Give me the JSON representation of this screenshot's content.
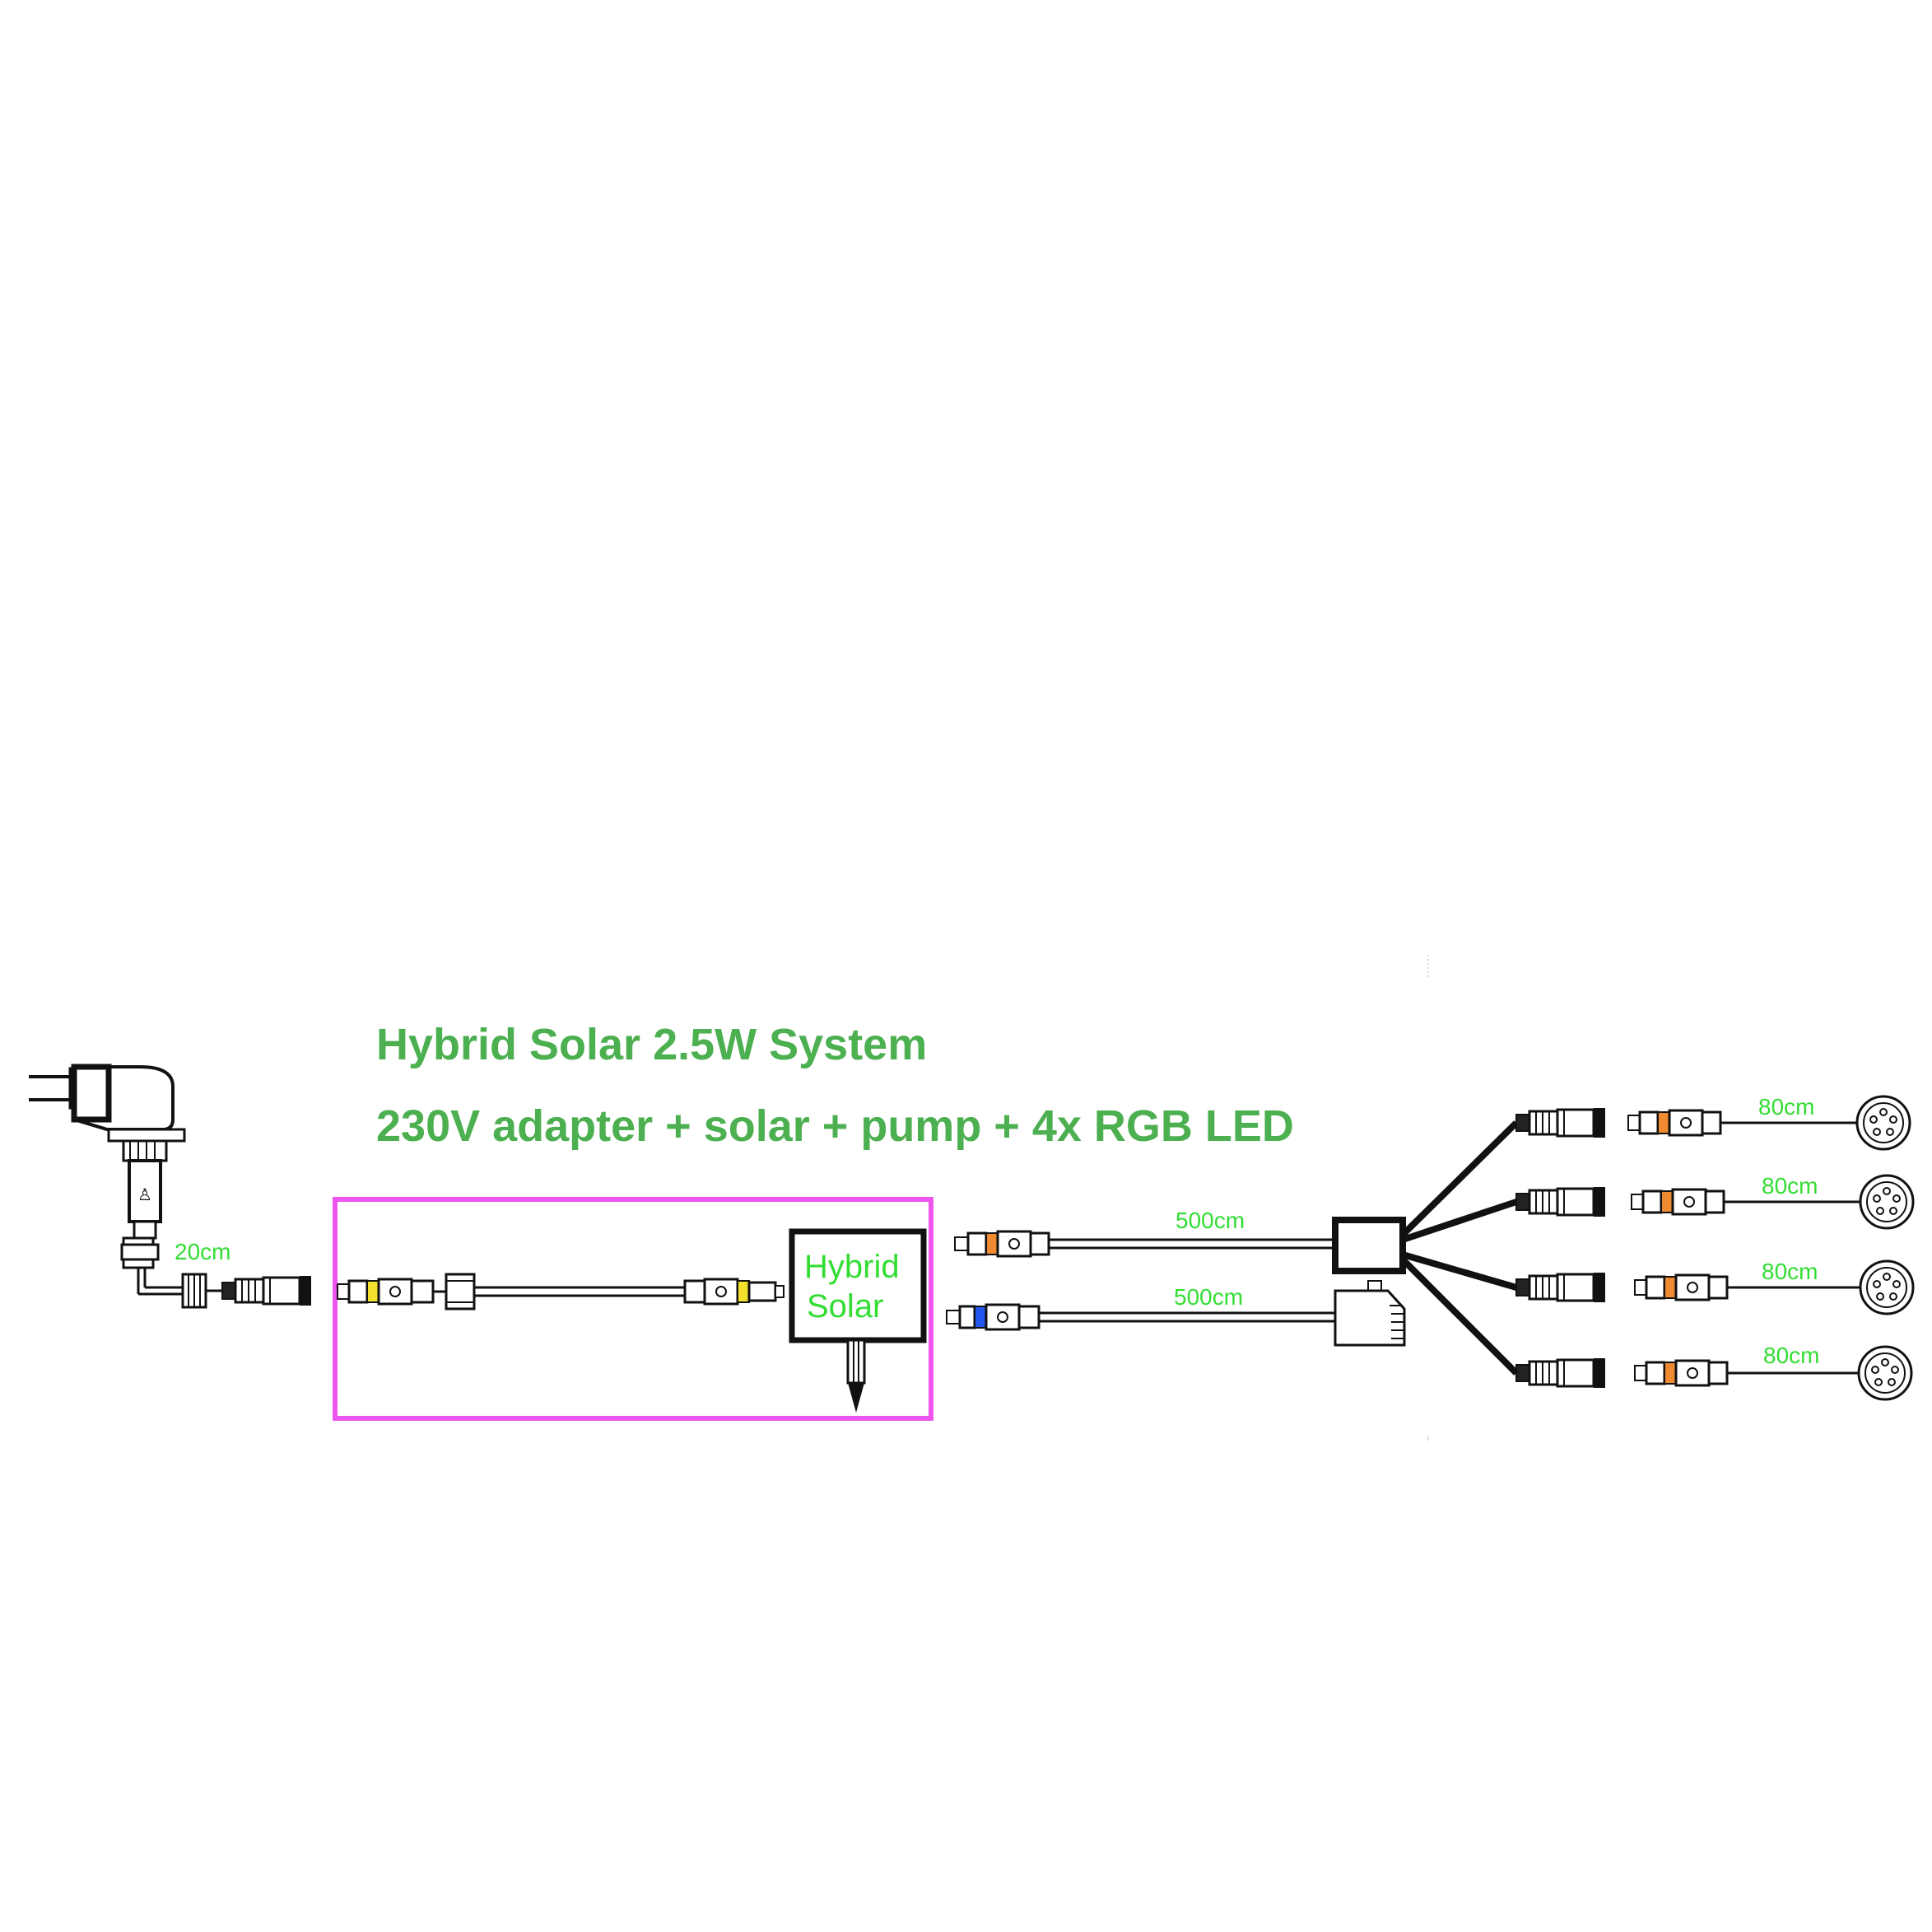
{
  "title": {
    "line1": "Hybrid Solar 2.5W System",
    "line2": "230V adapter + solar + pump + 4x RGB LED"
  },
  "labels": {
    "adapter_cable": "20cm",
    "splitter_cable": "500cm",
    "pump_cable": "500cm",
    "led_cables": [
      "80cm",
      "80cm",
      "80cm",
      "80cm"
    ],
    "solar_box": [
      "Hybrid",
      "Solar"
    ]
  },
  "colors": {
    "title_green": "#4caf50",
    "label_green": "#33dd33",
    "highlight_frame": "#ee55ee",
    "connector_orange": "#f08a30",
    "connector_yellow": "#f2e02c",
    "connector_blue": "#2255ee",
    "line": "#111111"
  },
  "icons": {
    "adapter": "wall-plug-adapter-icon",
    "solar": "solar-panel-stake-icon",
    "hub": "splitter-hub-icon",
    "pump": "pump-icon",
    "led": "rgb-led-spot-icon"
  }
}
